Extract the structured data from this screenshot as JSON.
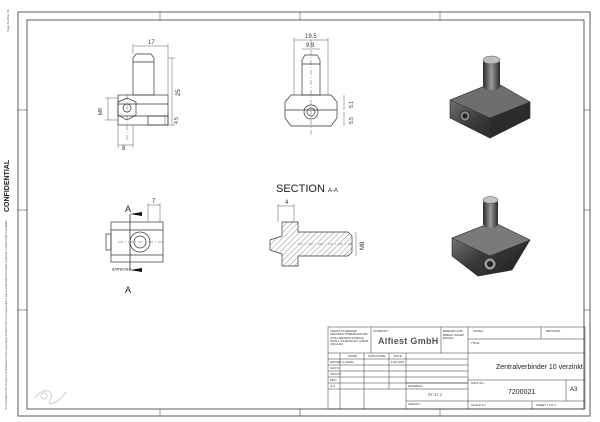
{
  "confidential": "CONFIDENTIAL",
  "page_number": "Page Number 61",
  "disclaimer": "The information in this drawing is confidential and is the sole property of Alfiest GmbH. Any reproduction in part or whole without the written permission of Alfiest GmbH is prohibited.",
  "section_title": "SECTION",
  "section_suffix": "A-A",
  "section_letter_top": "A",
  "section_letter_bottom": "A",
  "dims": {
    "w17": "17",
    "h25": "25",
    "d8": "8",
    "m8_left": "M8",
    "d4_5": "4.5",
    "d19_5": "19.5",
    "d9_8": "9.8",
    "d5_1": "5.1",
    "d5_5": "5.5",
    "d7": "7",
    "d4": "4",
    "m8_section": "M8"
  },
  "title_block": {
    "notes": "UNLESS OTHERWISE SPECIFIED: DIMENSIONS ARE IN MILLIMETERS SURFACE FINISH: TOLERANCES: LINEAR: ANGULAR:",
    "company_label": "COMPANY:",
    "company_name": "Alfiest GmbH",
    "deburr": "DEBURR AND BREAK SHARP EDGES",
    "finish_label": "FINISH:",
    "title_label": "TITLE:",
    "rev_label": "REVISION",
    "name_col": "NAME",
    "signature_col": "SIGNATURE",
    "date_col": "DATE",
    "drawn": "DRAWN",
    "checked": "CHK'D",
    "approved": "APPV'D",
    "mfg": "MFG",
    "qa": "Q.A",
    "drawn_name": "S.ARAM",
    "drawn_date": "1.08.2021",
    "material_label": "MATERIAL:",
    "material": "ST 37-2",
    "weight_label": "WEIGHT:",
    "title": "Zentralverbinder 10 verzinkt",
    "dwg_label": "DWG NO.",
    "dwg_no": "7200021",
    "size": "A3",
    "scale": "SCALE:1:1",
    "sheet": "SHEET 1 OF 1",
    "engrave": "ENGRAVE"
  }
}
